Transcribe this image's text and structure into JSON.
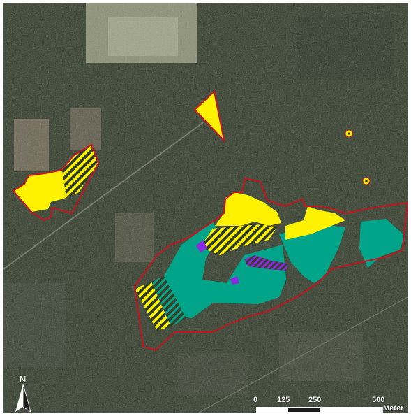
{
  "map": {
    "north_label": "N",
    "scale_labels": [
      "0",
      "125",
      "250",
      "500"
    ],
    "scale_unit": "Meter",
    "colors": {
      "boundary": "#c8141e",
      "yellow_area": "#fff200",
      "teal_area": "#00a589",
      "purple_area": "#8a2be2",
      "background_forest": "#2f3a27"
    },
    "icons": [
      "north-arrow-icon",
      "point-marker-icon"
    ]
  }
}
